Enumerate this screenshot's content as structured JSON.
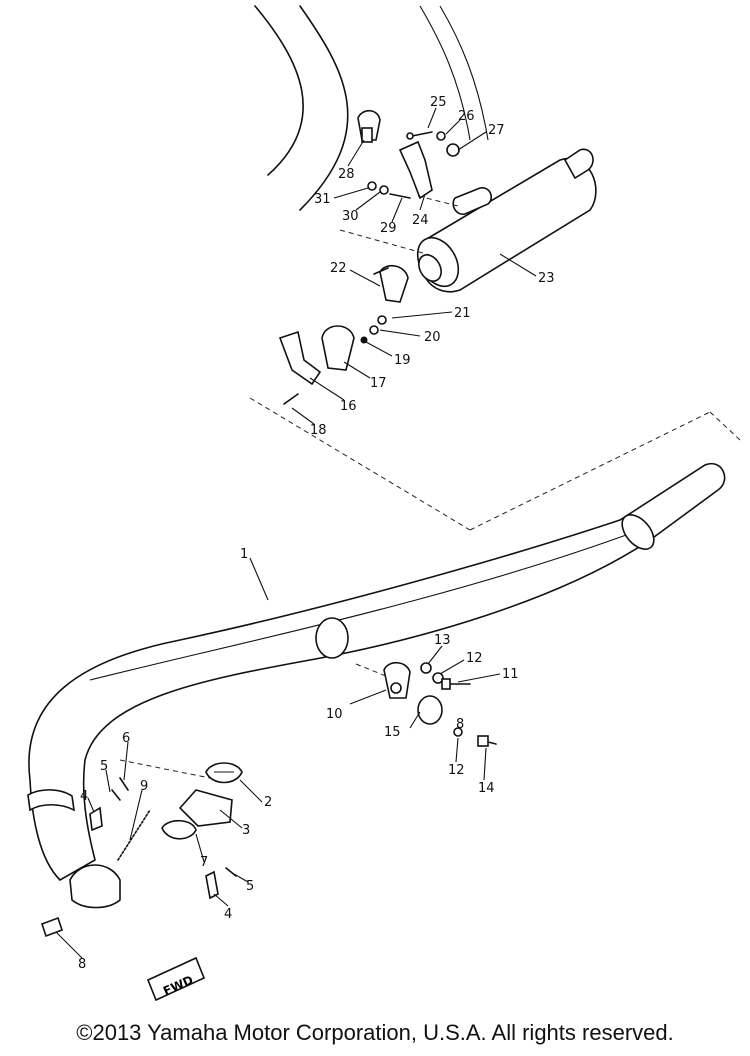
{
  "diagram": {
    "fwd_label": "FWD",
    "callouts": [
      {
        "id": "1",
        "label": "1"
      },
      {
        "id": "2",
        "label": "2"
      },
      {
        "id": "3",
        "label": "3"
      },
      {
        "id": "4a",
        "label": "4"
      },
      {
        "id": "4b",
        "label": "4"
      },
      {
        "id": "5a",
        "label": "5"
      },
      {
        "id": "5b",
        "label": "5"
      },
      {
        "id": "6",
        "label": "6"
      },
      {
        "id": "7",
        "label": "7"
      },
      {
        "id": "8a",
        "label": "8"
      },
      {
        "id": "8b",
        "label": "8"
      },
      {
        "id": "9",
        "label": "9"
      },
      {
        "id": "10",
        "label": "10"
      },
      {
        "id": "11",
        "label": "11"
      },
      {
        "id": "12a",
        "label": "12"
      },
      {
        "id": "12b",
        "label": "12"
      },
      {
        "id": "13",
        "label": "13"
      },
      {
        "id": "14",
        "label": "14"
      },
      {
        "id": "15",
        "label": "15"
      },
      {
        "id": "16",
        "label": "16"
      },
      {
        "id": "17",
        "label": "17"
      },
      {
        "id": "18",
        "label": "18"
      },
      {
        "id": "19",
        "label": "19"
      },
      {
        "id": "20",
        "label": "20"
      },
      {
        "id": "21",
        "label": "21"
      },
      {
        "id": "22",
        "label": "22"
      },
      {
        "id": "23",
        "label": "23"
      },
      {
        "id": "24",
        "label": "24"
      },
      {
        "id": "25",
        "label": "25"
      },
      {
        "id": "26",
        "label": "26"
      },
      {
        "id": "27",
        "label": "27"
      },
      {
        "id": "28",
        "label": "28"
      },
      {
        "id": "29",
        "label": "29"
      },
      {
        "id": "30",
        "label": "30"
      },
      {
        "id": "31",
        "label": "31"
      }
    ]
  },
  "footer": {
    "copyright": "©2013 Yamaha Motor Corporation, U.S.A. All rights reserved."
  }
}
